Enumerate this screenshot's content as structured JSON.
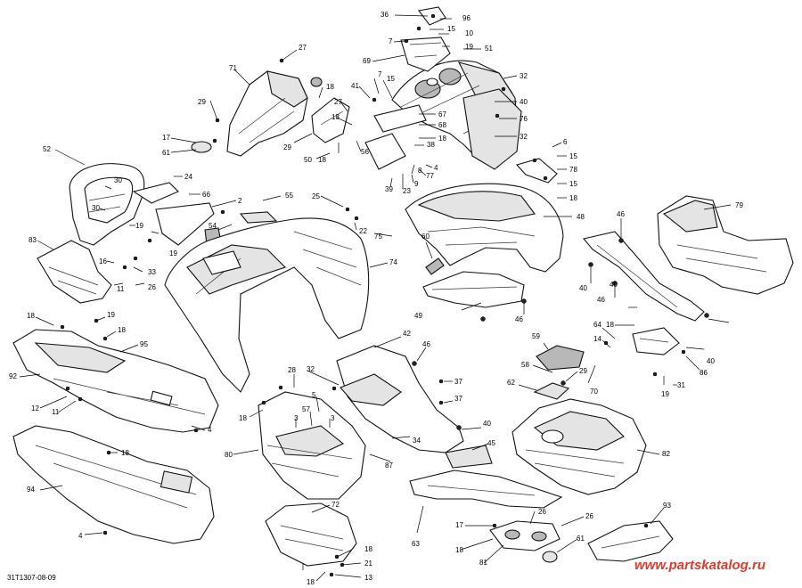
{
  "diagram": {
    "footer_code": "31T1307-08-09",
    "watermark": "www.partskatalog.ru",
    "callouts": [
      "36",
      "96",
      "7",
      "15",
      "10",
      "69",
      "19",
      "51",
      "27",
      "71",
      "41",
      "7",
      "15",
      "32",
      "18",
      "29",
      "27",
      "18",
      "67",
      "40",
      "68",
      "18",
      "76",
      "17",
      "61",
      "29",
      "50",
      "18",
      "56",
      "38",
      "32",
      "4",
      "6",
      "15",
      "78",
      "15",
      "18",
      "8",
      "23",
      "77",
      "39",
      "9",
      "52",
      "24",
      "66",
      "2",
      "55",
      "25",
      "22",
      "75",
      "48",
      "30",
      "30",
      "19",
      "54",
      "60",
      "46",
      "79",
      "83",
      "16",
      "19",
      "33",
      "11",
      "26",
      "74",
      "40",
      "46",
      "40",
      "49",
      "46",
      "18",
      "19",
      "18",
      "95",
      "92",
      "12",
      "11",
      "4",
      "42",
      "46",
      "37",
      "37",
      "40",
      "45",
      "62",
      "82",
      "64",
      "14",
      "18",
      "59",
      "58",
      "29",
      "70",
      "86",
      "40",
      "19",
      "31",
      "28",
      "32",
      "5",
      "3",
      "57",
      "3",
      "18",
      "80",
      "34",
      "87",
      "94",
      "18",
      "4",
      "72",
      "63",
      "17",
      "26",
      "26",
      "61",
      "93",
      "18",
      "81",
      "18",
      "21",
      "18",
      "13"
    ]
  }
}
